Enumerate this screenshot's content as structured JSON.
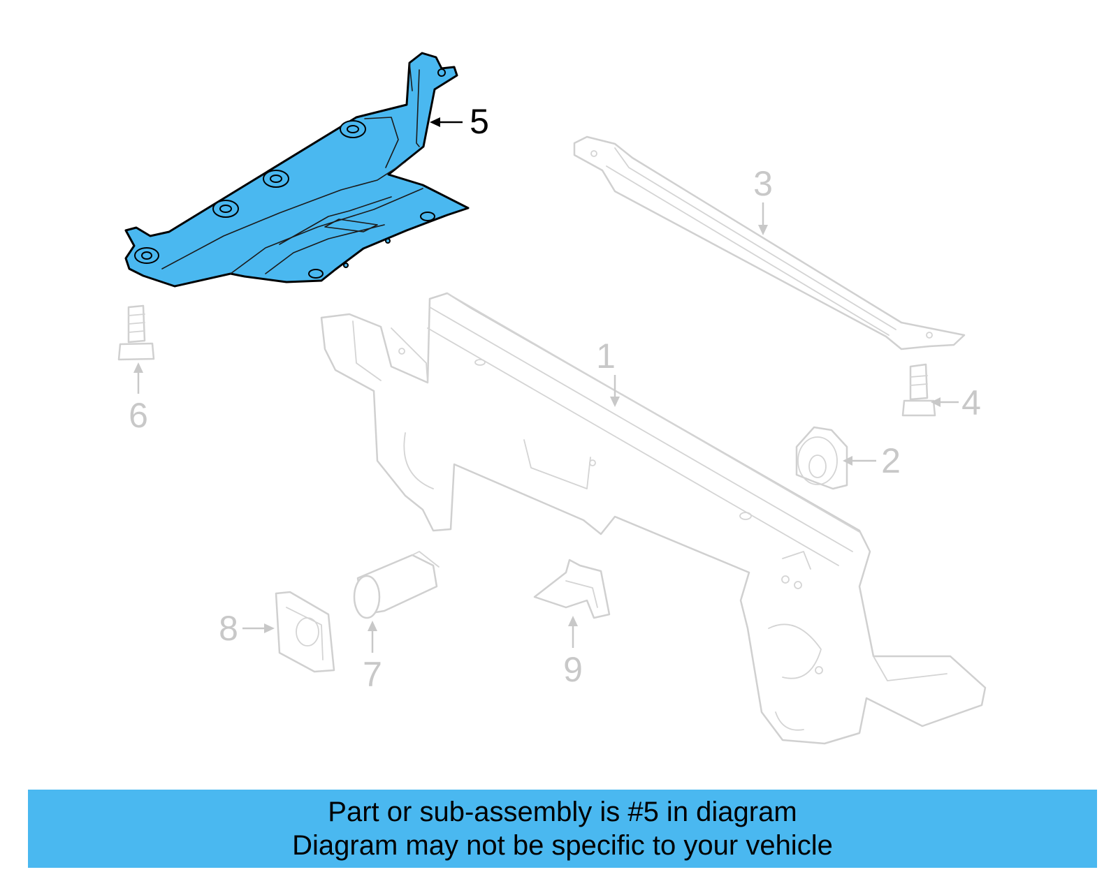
{
  "banner": {
    "line1": "Part or sub-assembly is #5 in diagram",
    "line2": "Diagram may not be specific to your vehicle"
  },
  "callouts": [
    {
      "id": "1",
      "label": "1",
      "active": false
    },
    {
      "id": "2",
      "label": "2",
      "active": false
    },
    {
      "id": "3",
      "label": "3",
      "active": false
    },
    {
      "id": "4",
      "label": "4",
      "active": false
    },
    {
      "id": "5",
      "label": "5",
      "active": true
    },
    {
      "id": "6",
      "label": "6",
      "active": false
    },
    {
      "id": "7",
      "label": "7",
      "active": false
    },
    {
      "id": "8",
      "label": "8",
      "active": false
    },
    {
      "id": "9",
      "label": "9",
      "active": false
    }
  ],
  "colors": {
    "highlight": "#4ab8f0",
    "ghost": "#d0d0d0",
    "outline": "#000000"
  }
}
